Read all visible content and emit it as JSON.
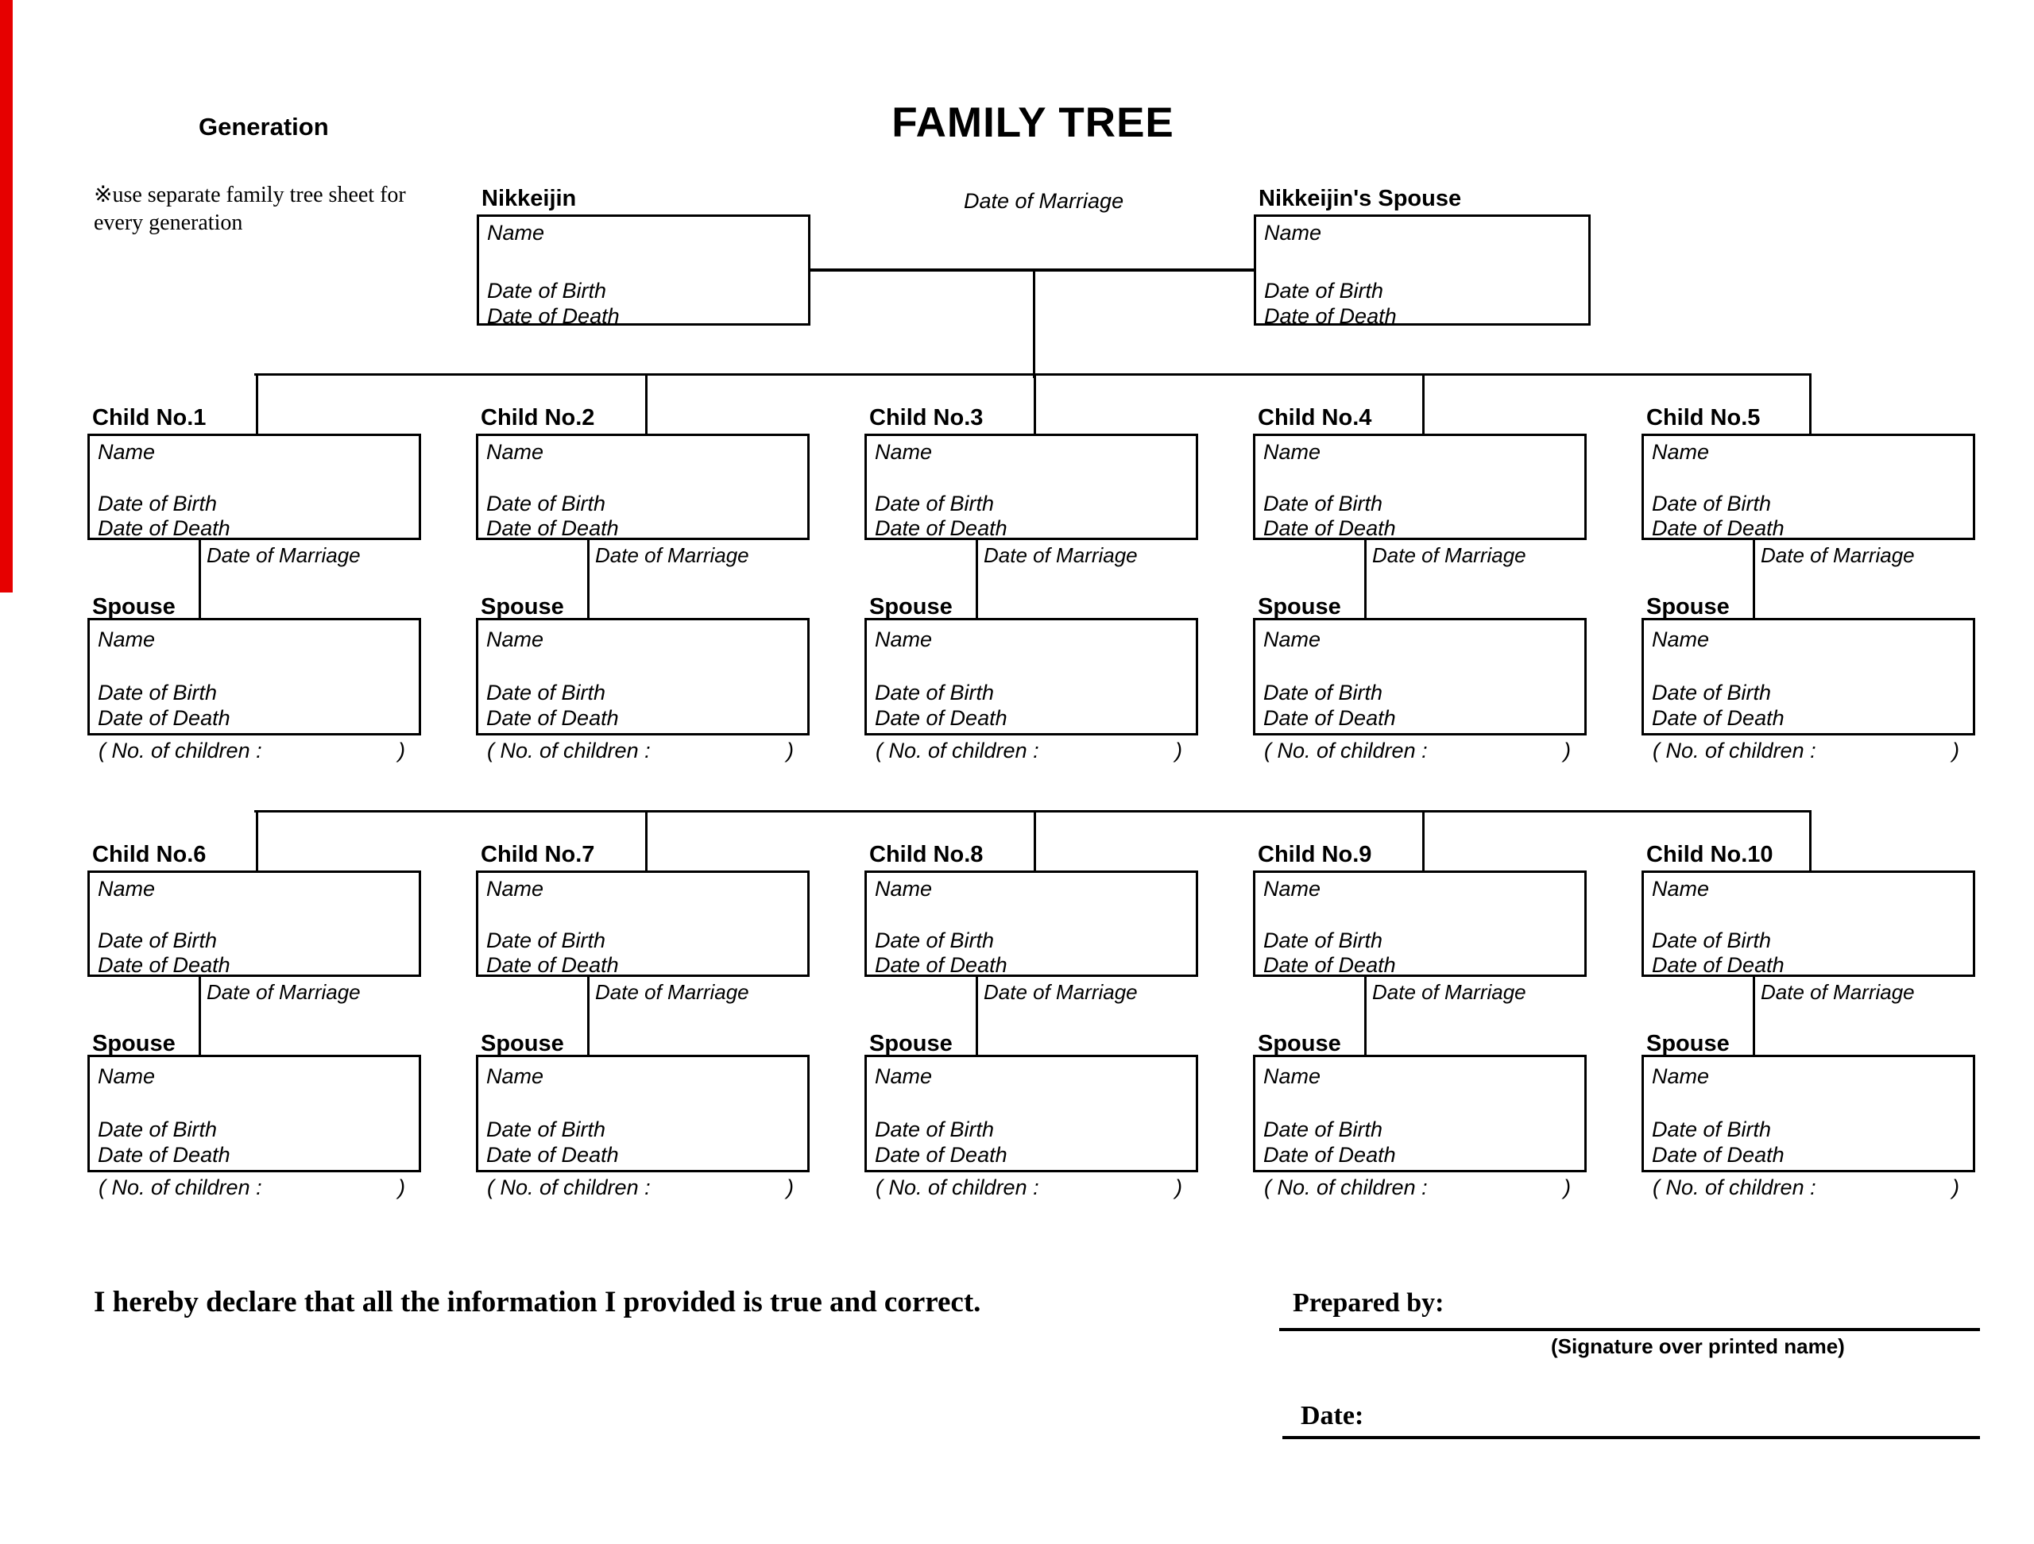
{
  "accent": {
    "red_bar_color": "#e60000"
  },
  "header": {
    "generation_label": "Generation",
    "title": "FAMILY TREE",
    "note_line1": "※use separate family tree sheet for",
    "note_line2": "every generation"
  },
  "fields": {
    "name": "Name",
    "date_of_birth": "Date of Birth",
    "date_of_death": "Date of Death",
    "date_of_marriage": "Date of Marriage",
    "spouse": "Spouse",
    "no_of_children_open": "( No. of children :",
    "no_of_children_close": ")"
  },
  "couple": {
    "person_label": "Nikkeijin",
    "spouse_label": "Nikkeijin's Spouse",
    "marriage_label": "Date of Marriage"
  },
  "children": [
    "Child No.1",
    "Child No.2",
    "Child No.3",
    "Child No.4",
    "Child No.5",
    "Child No.6",
    "Child No.7",
    "Child No.8",
    "Child No.9",
    "Child No.10"
  ],
  "footer": {
    "declaration": "I hereby declare that all the information I provided is true and correct.",
    "prepared_by_label": "Prepared by:",
    "signature_note": "(Signature over printed name)",
    "date_label": "Date:"
  }
}
